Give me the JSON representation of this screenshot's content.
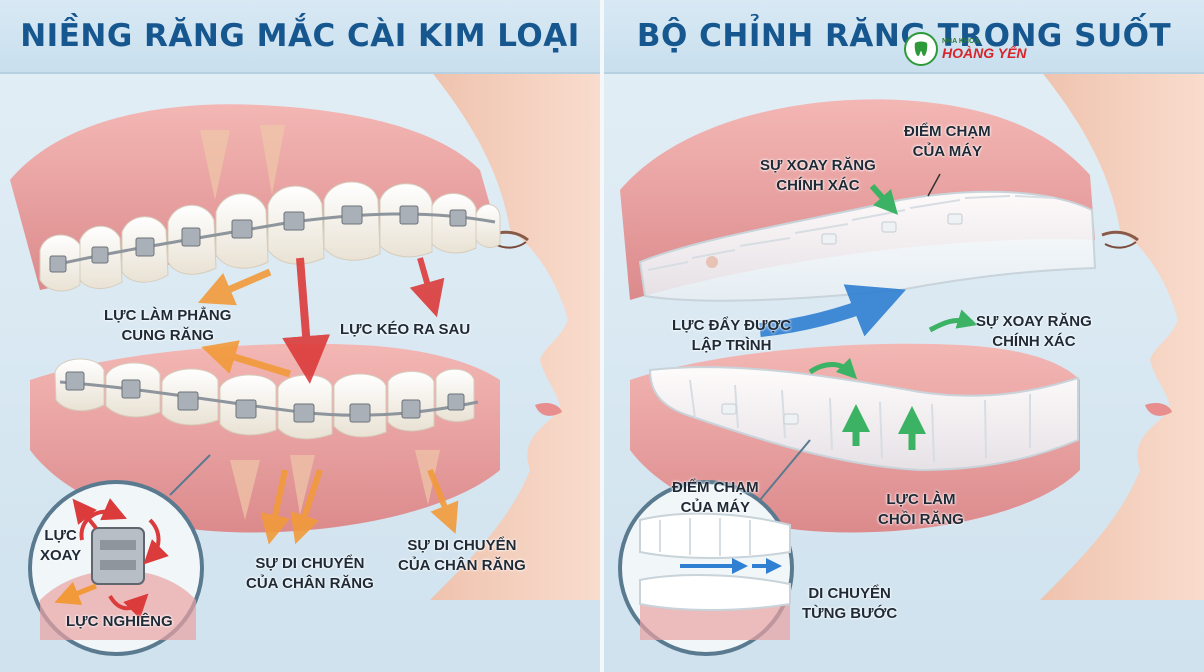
{
  "left_panel": {
    "title": "NIỀNG RĂNG MẮC CÀI KIM LOẠI",
    "labels": {
      "flatten_force": [
        "LỰC LÀM PHẲNG",
        "CUNG RĂNG"
      ],
      "pullback_force": "LỰC KÉO RA SAU",
      "root_movement_1": [
        "SỰ DI CHUYỂN",
        "CỦA CHÂN RĂNG"
      ],
      "root_movement_2": [
        "SỰ DI CHUYỂN",
        "CỦA CHÂN RĂNG"
      ],
      "rotation_force": [
        "LỰC",
        "XOAY"
      ],
      "tilt_force": "LỰC NGHIÊNG"
    }
  },
  "right_panel": {
    "title": "BỘ CHỈNH RĂNG TRONG SUỐT",
    "labels": {
      "precise_rotation_top": [
        "SỰ XOAY RĂNG",
        "CHÍNH XÁC"
      ],
      "machine_contact_top": [
        "ĐIỂM CHẠM",
        "CỦA MÁY"
      ],
      "programmed_push": [
        "LỰC ĐẨY ĐƯỢC",
        "LẬP TRÌNH"
      ],
      "precise_rotation_mid": [
        "SỰ XOAY RĂNG",
        "CHÍNH XÁC"
      ],
      "extrusion_force": [
        "LỰC LÀM",
        "CHỒI RĂNG"
      ],
      "machine_contact_inset": [
        "ĐIỂM CHẠM",
        "CỦA MÁY"
      ],
      "stepwise_movement": [
        "DI CHUYỂN",
        "TỪNG BƯỚC"
      ]
    }
  },
  "logo": {
    "small_text": "NHA KHOA",
    "brand_text": "HOÀNG YẾN",
    "mark": "tooth-logo-icon"
  },
  "colors": {
    "title_blue": "#17578f",
    "gum_pink": "#e9a2a2",
    "tooth_white": "#f6f2ea",
    "arrow_red": "#dc3b3b",
    "arrow_orange": "#f29a3a",
    "arrow_blue": "#2f7fd2",
    "arrow_green": "#3cb264",
    "skin": "#f7d6c6"
  }
}
